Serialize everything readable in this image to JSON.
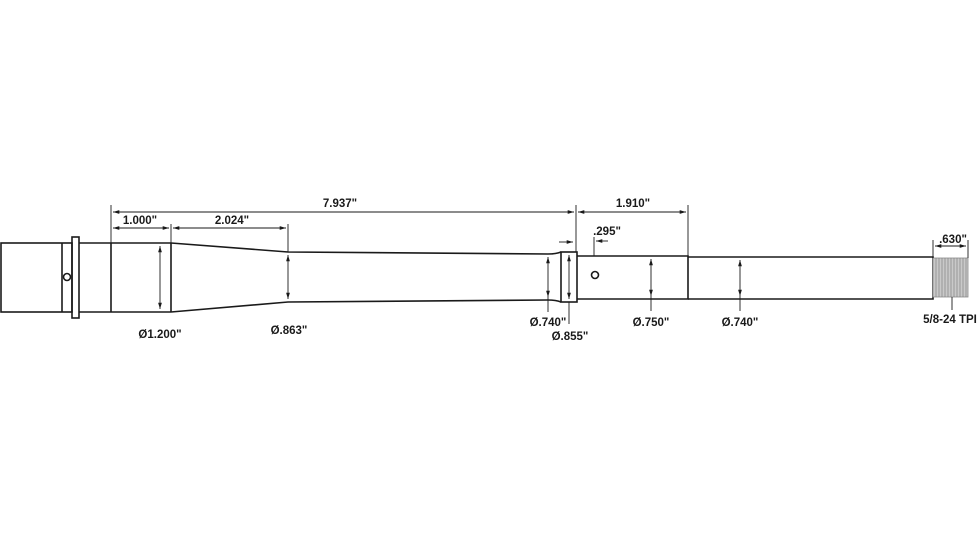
{
  "drawing": {
    "overall_length": "7.937\"",
    "section_1": "1.000\"",
    "taper_length": "2.024\"",
    "gas_block_journal_length": "1.910\"",
    "gas_port_offset": ".295\"",
    "thread_length": ".630\"",
    "thread_spec": "5/8-24 TPI",
    "diameters": {
      "chamber": "Ø1.200\"",
      "taper_end": "Ø.863\"",
      "pre_shoulder": "Ø.740\"",
      "shoulder": "Ø.855\"",
      "gas_journal": "Ø.750\"",
      "muzzle": "Ø.740\""
    }
  },
  "colors": {
    "line": "#1a1a1a",
    "thread": "#8a8a8a"
  }
}
